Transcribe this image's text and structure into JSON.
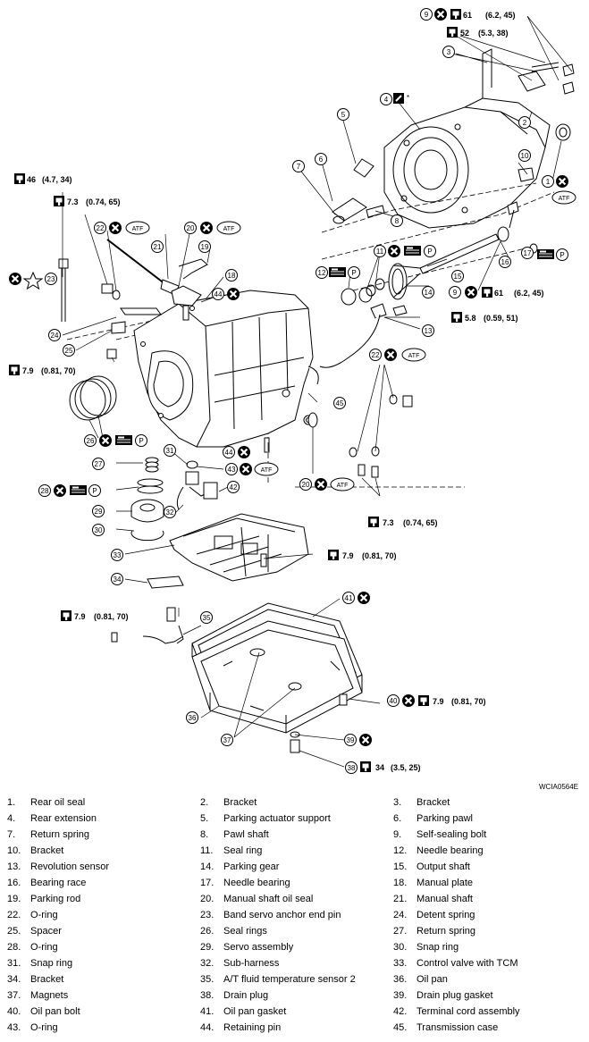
{
  "callouts": {
    "t_9_61": {
      "num": "9",
      "value": "61",
      "paren": "(6.2,  45)"
    },
    "t_52": {
      "value": "52",
      "paren": "(5.3,  38)"
    },
    "t_46": {
      "value": "46",
      "paren": "(4.7,  34)"
    },
    "t_7_3_a": {
      "value": "7.3",
      "paren": "(0.74,  65)"
    },
    "t_9_61b": {
      "num": "9",
      "value": "61",
      "paren": "(6.2,  45)"
    },
    "t_5_8": {
      "value": "5.8",
      "paren": "(0.59,  51)"
    },
    "t_7_9_a": {
      "value": "7.9",
      "paren": "(0.81,  70)"
    },
    "t_7_3_b": {
      "value": "7.3",
      "paren": "(0.74,  65)"
    },
    "t_7_9_b": {
      "value": "7.9",
      "paren": "(0.81,  70)"
    },
    "t_7_9_c": {
      "value": "7.9",
      "paren": "(0.81,  70)"
    },
    "t_7_9_d": {
      "num": "40",
      "value": "7.9",
      "paren": "(0.81,  70)"
    },
    "t_34": {
      "num": "38",
      "value": "34",
      "paren": "(3.5,  25)"
    }
  },
  "atf_label": "ATF",
  "p_label": "P",
  "star_mark": "*",
  "figure_code": "WCIA0564E",
  "icons": [
    "torque-wrench-icon",
    "non-reusable-icon",
    "atf-icon",
    "petroleum-jelly-icon",
    "sealant-icon",
    "star-icon"
  ],
  "legend": [
    {
      "num": "1.",
      "name": "Rear oil seal"
    },
    {
      "num": "2.",
      "name": "Bracket"
    },
    {
      "num": "3.",
      "name": "Bracket"
    },
    {
      "num": "4.",
      "name": "Rear extension"
    },
    {
      "num": "5.",
      "name": "Parking actuator support"
    },
    {
      "num": "6.",
      "name": "Parking pawl"
    },
    {
      "num": "7.",
      "name": "Return spring"
    },
    {
      "num": "8.",
      "name": "Pawl shaft"
    },
    {
      "num": "9.",
      "name": "Self-sealing bolt"
    },
    {
      "num": "10.",
      "name": "Bracket"
    },
    {
      "num": "11.",
      "name": "Seal ring"
    },
    {
      "num": "12.",
      "name": "Needle bearing"
    },
    {
      "num": "13.",
      "name": "Revolution sensor"
    },
    {
      "num": "14.",
      "name": "Parking gear"
    },
    {
      "num": "15.",
      "name": "Output shaft"
    },
    {
      "num": "16.",
      "name": "Bearing race"
    },
    {
      "num": "17.",
      "name": "Needle bearing"
    },
    {
      "num": "18.",
      "name": "Manual plate"
    },
    {
      "num": "19.",
      "name": "Parking rod"
    },
    {
      "num": "20.",
      "name": "Manual shaft oil seal"
    },
    {
      "num": "21.",
      "name": "Manual shaft"
    },
    {
      "num": "22.",
      "name": "O-ring"
    },
    {
      "num": "23.",
      "name": "Band servo anchor end pin"
    },
    {
      "num": "24.",
      "name": "Detent spring"
    },
    {
      "num": "25.",
      "name": "Spacer"
    },
    {
      "num": "26.",
      "name": "Seal rings"
    },
    {
      "num": "27.",
      "name": "Return spring"
    },
    {
      "num": "28.",
      "name": "O-ring"
    },
    {
      "num": "29.",
      "name": "Servo assembly"
    },
    {
      "num": "30.",
      "name": "Snap ring"
    },
    {
      "num": "31.",
      "name": "Snap ring"
    },
    {
      "num": "32.",
      "name": "Sub-harness"
    },
    {
      "num": "33.",
      "name": "Control valve with TCM"
    },
    {
      "num": "34.",
      "name": "Bracket"
    },
    {
      "num": "35.",
      "name": "A/T fluid temperature sensor 2"
    },
    {
      "num": "36.",
      "name": "Oil pan"
    },
    {
      "num": "37.",
      "name": "Magnets"
    },
    {
      "num": "38.",
      "name": "Drain plug"
    },
    {
      "num": "39.",
      "name": "Drain plug gasket"
    },
    {
      "num": "40.",
      "name": "Oil pan bolt"
    },
    {
      "num": "41.",
      "name": "Oil pan gasket"
    },
    {
      "num": "42.",
      "name": "Terminal cord assembly"
    },
    {
      "num": "43.",
      "name": "O-ring"
    },
    {
      "num": "44.",
      "name": "Retaining pin"
    },
    {
      "num": "45.",
      "name": "Transmission case"
    }
  ]
}
